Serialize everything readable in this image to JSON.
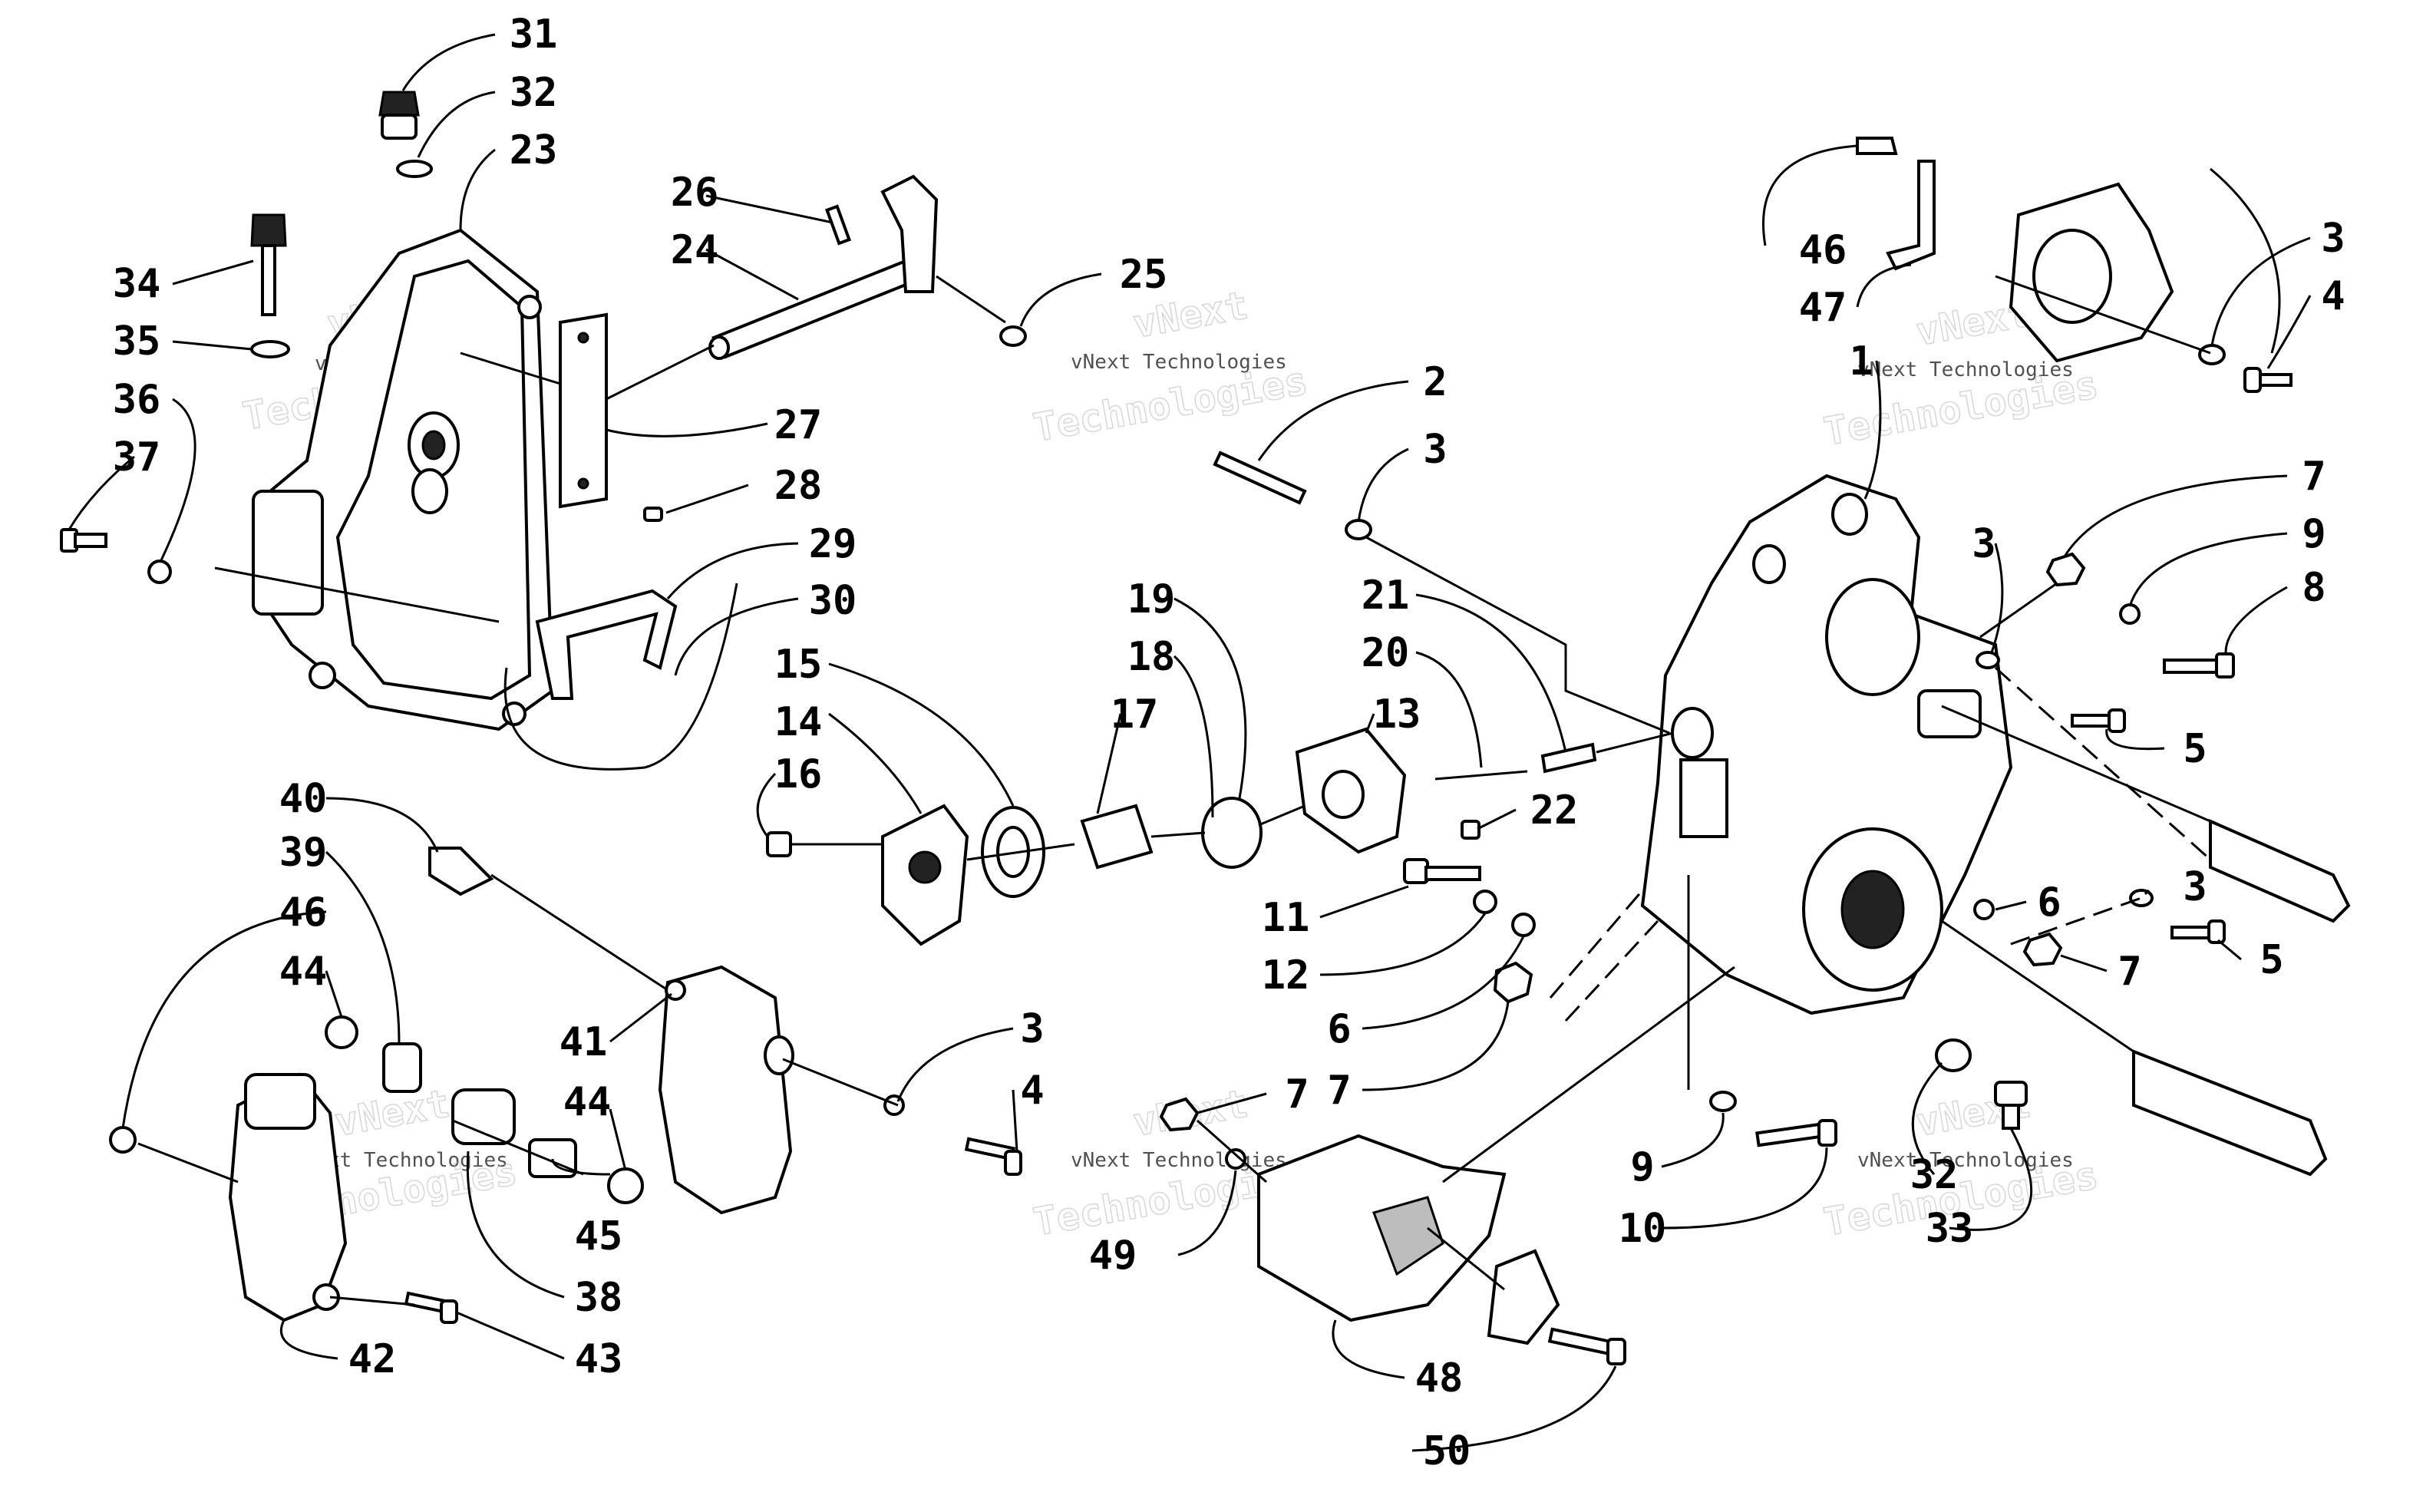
{
  "diagram": {
    "watermark_text": "vNext Technologies",
    "watermark_big": "Technologies",
    "watermark_top": "vNext",
    "callouts": {
      "n1": "1",
      "n2": "2",
      "n3a": "3",
      "n3b": "3",
      "n3c": "3",
      "n3d": "3",
      "n3e": "3",
      "n4a": "4",
      "n4b": "4",
      "n5a": "5",
      "n5b": "5",
      "n6a": "6",
      "n6b": "6",
      "n7a": "7",
      "n7b": "7",
      "n7c": "7",
      "n7d": "7",
      "n8": "8",
      "n9a": "9",
      "n9b": "9",
      "n10": "10",
      "n11": "11",
      "n12": "12",
      "n13": "13",
      "n14": "14",
      "n15": "15",
      "n16": "16",
      "n17": "17",
      "n18": "18",
      "n19": "19",
      "n20": "20",
      "n21": "21",
      "n22": "22",
      "n23": "23",
      "n24": "24",
      "n25": "25",
      "n26": "26",
      "n27": "27",
      "n28": "28",
      "n29": "29",
      "n30": "30",
      "n31": "31",
      "n32a": "32",
      "n32b": "32",
      "n33": "33",
      "n34": "34",
      "n35": "35",
      "n36": "36",
      "n37": "37",
      "n38": "38",
      "n39": "39",
      "n40": "40",
      "n41": "41",
      "n42": "42",
      "n43": "43",
      "n44a": "44",
      "n44b": "44",
      "n45": "45",
      "n46a": "46",
      "n46b": "46",
      "n47": "47",
      "n48": "48",
      "n49": "49",
      "n50": "50"
    }
  }
}
